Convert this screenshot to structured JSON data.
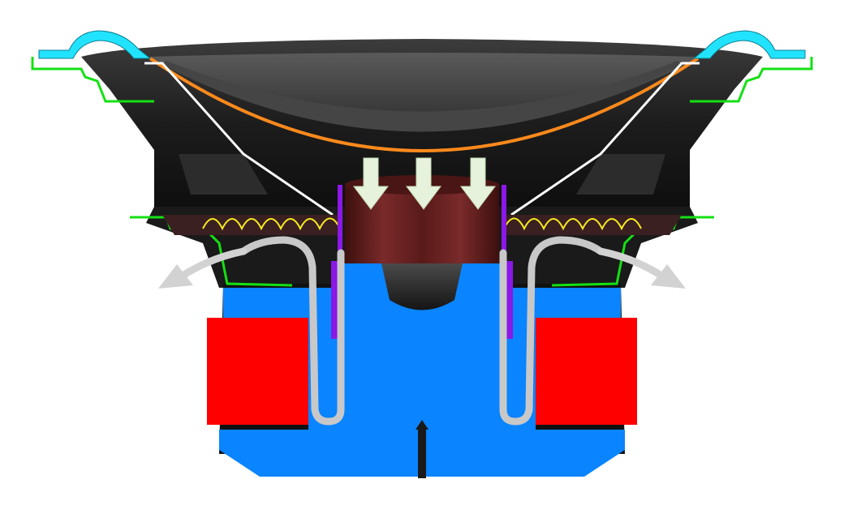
{
  "diagram": {
    "type": "speaker-cross-section",
    "colors": {
      "background": "#ffffff",
      "basket": "#1f1f1f",
      "basket_light": "#3a3a3a",
      "cone": "#4a4a4a",
      "cone_edge": "#ff8a1c",
      "surround": "#22e3ff",
      "gasket": "#14e014",
      "spider": "#f5ea1f",
      "spider_fill": "#3a2a2a",
      "dust_plug": "#6a1f1f",
      "motor_plate": "#0a84ff",
      "magnet": "#ff0000",
      "voice_coil": "#8a18e6",
      "vent_channel": "#c8c8c8",
      "airflow_arrow": "#d2d2d2",
      "down_arrow": "#e6f2dc",
      "cone_frame_line": "#ffffff"
    },
    "arrows": {
      "down_count": 3,
      "side_count": 2
    }
  }
}
